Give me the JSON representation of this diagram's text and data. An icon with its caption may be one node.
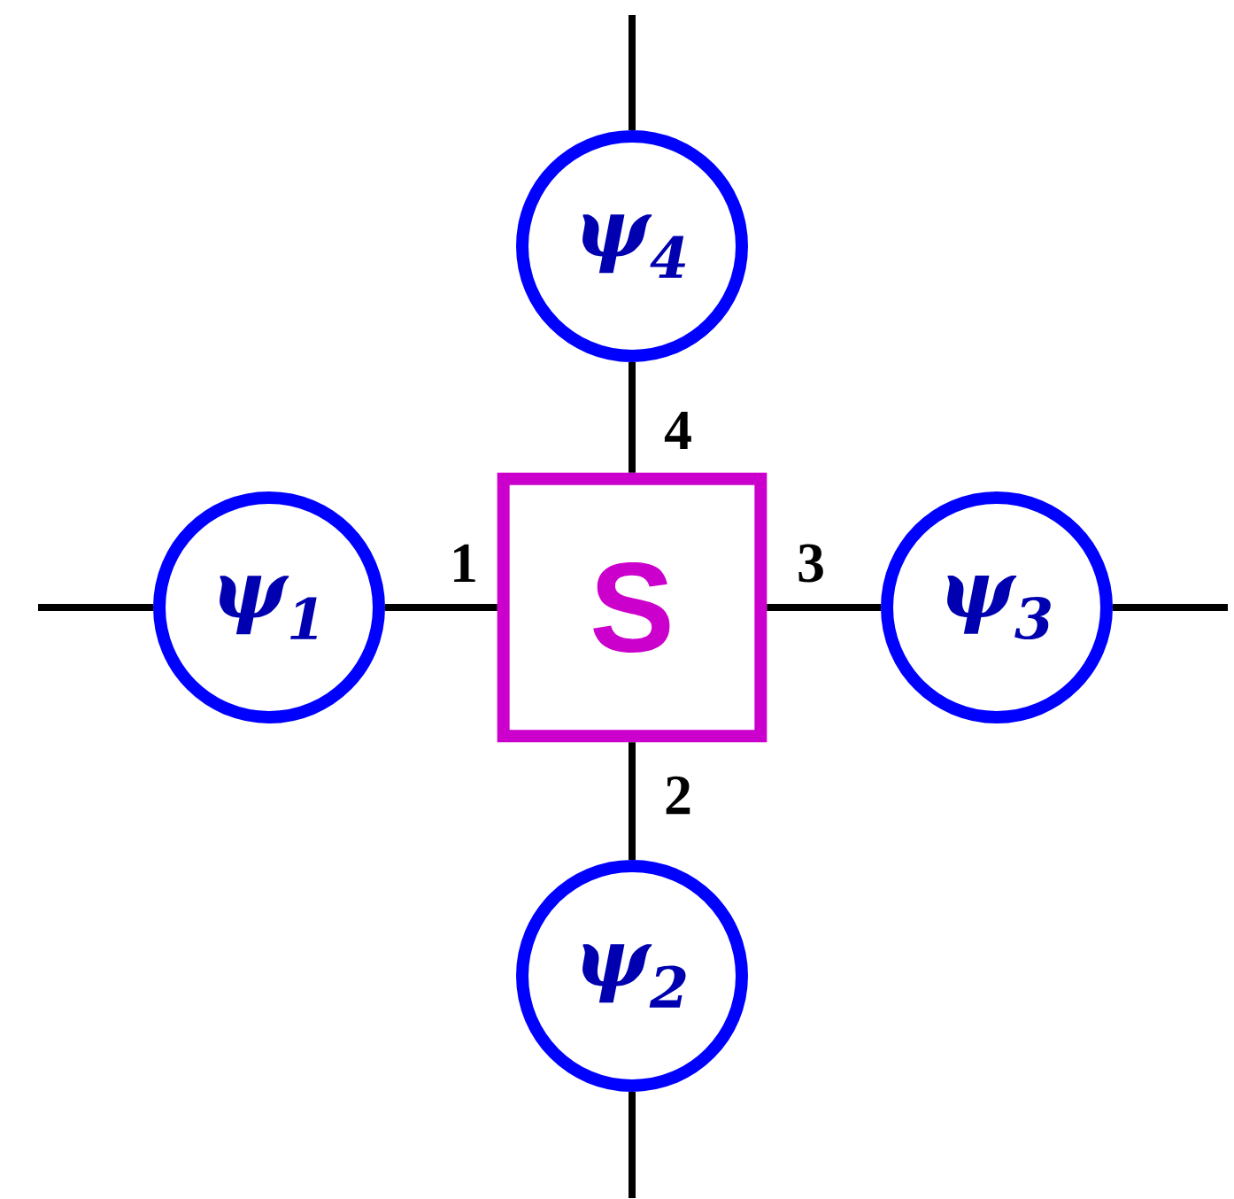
{
  "diagram": {
    "nodes": [
      {
        "text": [
          "S"
        ]
      },
      {
        "text": [
          "ψ$_{1}$"
        ]
      },
      {
        "text": [
          "ψ$_{2}$"
        ]
      },
      {
        "text": [
          "ψ$_{3}$"
        ]
      },
      {
        "text": [
          "ψ$_{4}$"
        ]
      }
    ],
    "edges": [
      {
        "from": 0,
        "to": 1,
        "arrow": "none",
        "label": "1"
      },
      {
        "from": 0,
        "to": 2,
        "arrow": "none",
        "label": "2"
      },
      {
        "from": 0,
        "to": 3,
        "arrow": "none",
        "label": "3"
      },
      {
        "from": 0,
        "to": 4,
        "arrow": "none",
        "label": "4"
      },
      {
        "from": 1,
        "to": null,
        "arrow": "none"
      },
      {
        "from": 2,
        "to": null,
        "arrow": "none"
      },
      {
        "from": 3,
        "to": null,
        "arrow": "none"
      },
      {
        "from": 4,
        "to": null,
        "arrow": "none"
      }
    ]
  }
}
